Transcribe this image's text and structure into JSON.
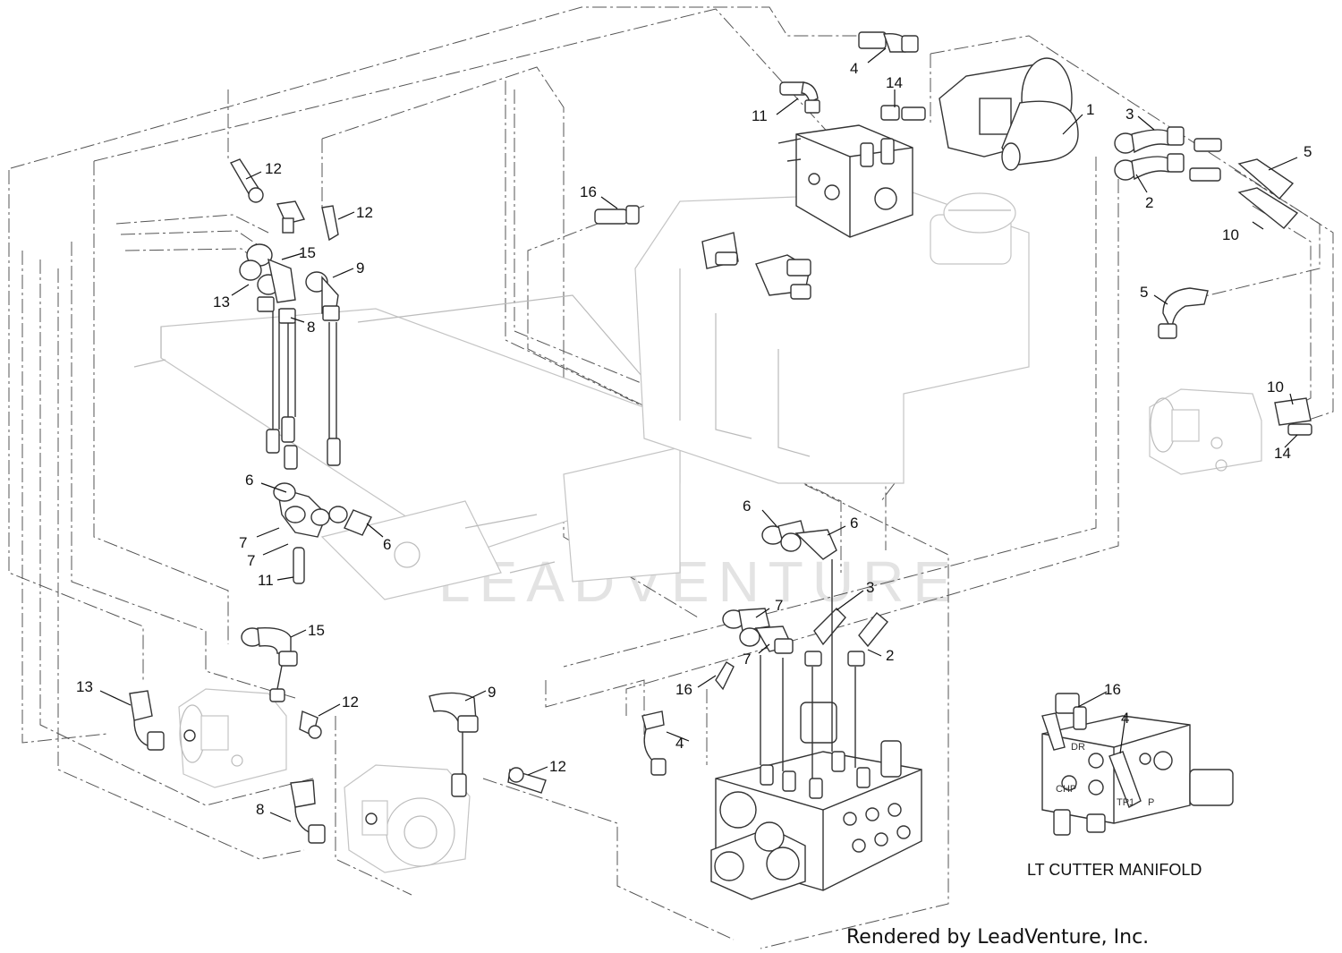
{
  "watermark": "LEADVENTURE",
  "inset_title": "LT CUTTER MANIFOLD",
  "inset_port_labels": [
    "DR",
    "CHP",
    "TP1",
    "P"
  ],
  "footer": "Rendered by LeadVenture, Inc.",
  "callouts": [
    {
      "n": "1"
    },
    {
      "n": "2"
    },
    {
      "n": "2"
    },
    {
      "n": "3"
    },
    {
      "n": "3"
    },
    {
      "n": "4"
    },
    {
      "n": "4"
    },
    {
      "n": "4"
    },
    {
      "n": "5"
    },
    {
      "n": "5"
    },
    {
      "n": "6"
    },
    {
      "n": "6"
    },
    {
      "n": "6"
    },
    {
      "n": "6"
    },
    {
      "n": "7"
    },
    {
      "n": "7"
    },
    {
      "n": "7"
    },
    {
      "n": "7"
    },
    {
      "n": "8"
    },
    {
      "n": "8"
    },
    {
      "n": "9"
    },
    {
      "n": "9"
    },
    {
      "n": "10"
    },
    {
      "n": "10"
    },
    {
      "n": "11"
    },
    {
      "n": "11"
    },
    {
      "n": "12"
    },
    {
      "n": "12"
    },
    {
      "n": "12"
    },
    {
      "n": "12"
    },
    {
      "n": "13"
    },
    {
      "n": "13"
    },
    {
      "n": "14"
    },
    {
      "n": "14"
    },
    {
      "n": "15"
    },
    {
      "n": "15"
    },
    {
      "n": "16"
    },
    {
      "n": "16"
    },
    {
      "n": "16"
    }
  ]
}
